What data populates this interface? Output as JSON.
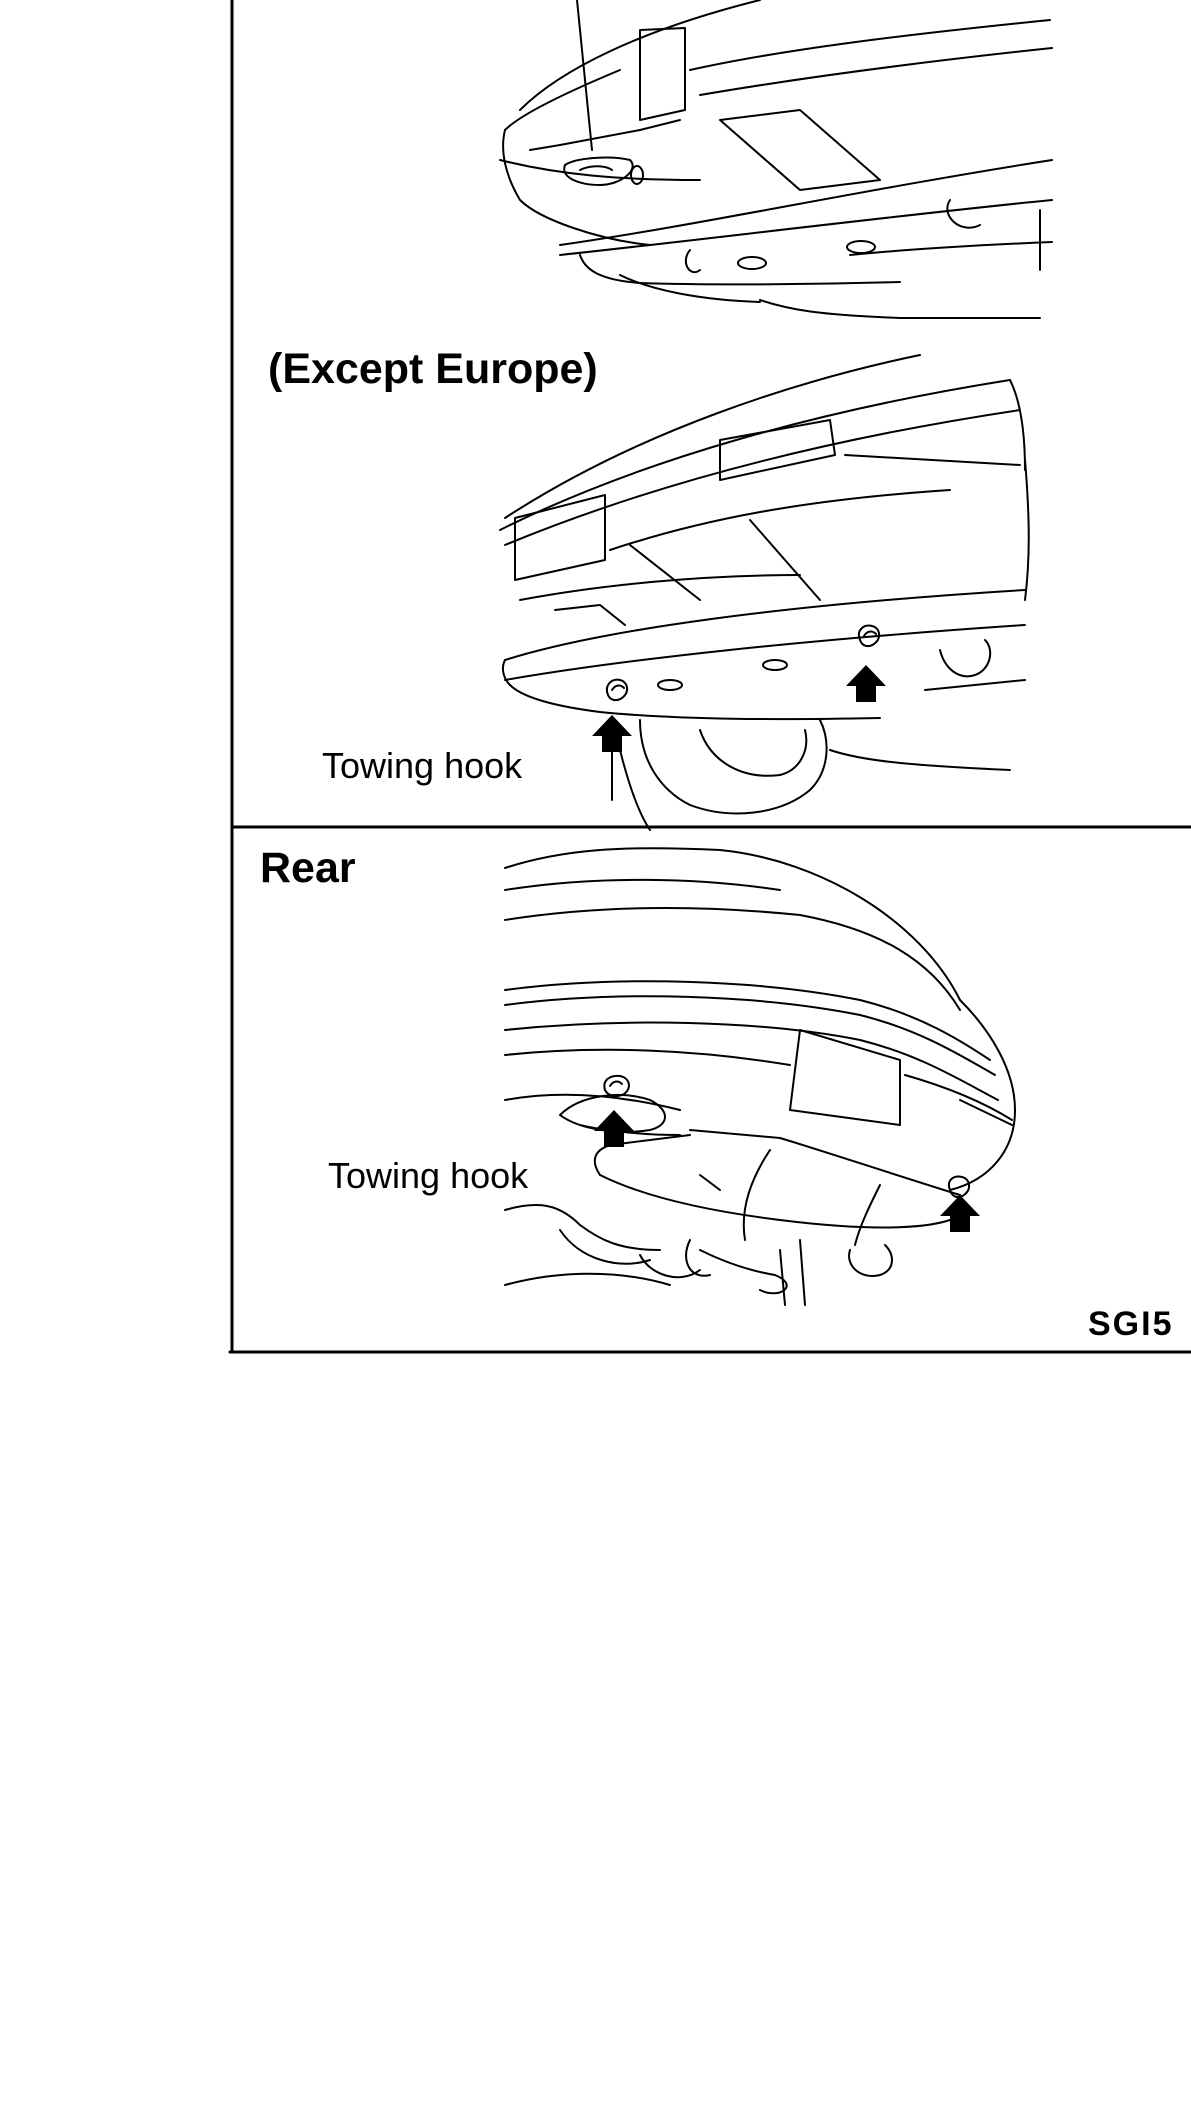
{
  "panels": {
    "upper": {
      "heading": "(Except Europe)",
      "callout": "Towing hook"
    },
    "lower": {
      "heading": "Rear",
      "callout": "Towing hook"
    }
  },
  "figure_code": "SGI5",
  "icons": [
    "up-arrow-icon"
  ]
}
